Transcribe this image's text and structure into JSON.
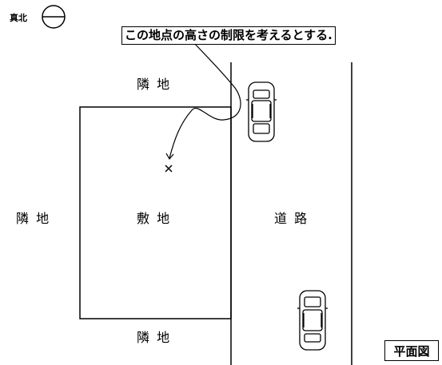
{
  "north": {
    "label": "真北"
  },
  "callout": {
    "text": "この地点の高さの制限を考えるとする."
  },
  "labels": {
    "neighbor_top": "隣 地",
    "neighbor_left": "隣 地",
    "neighbor_bottom": "隣 地",
    "site": "敷 地",
    "road": "道 路"
  },
  "plan_label": "平面図"
}
